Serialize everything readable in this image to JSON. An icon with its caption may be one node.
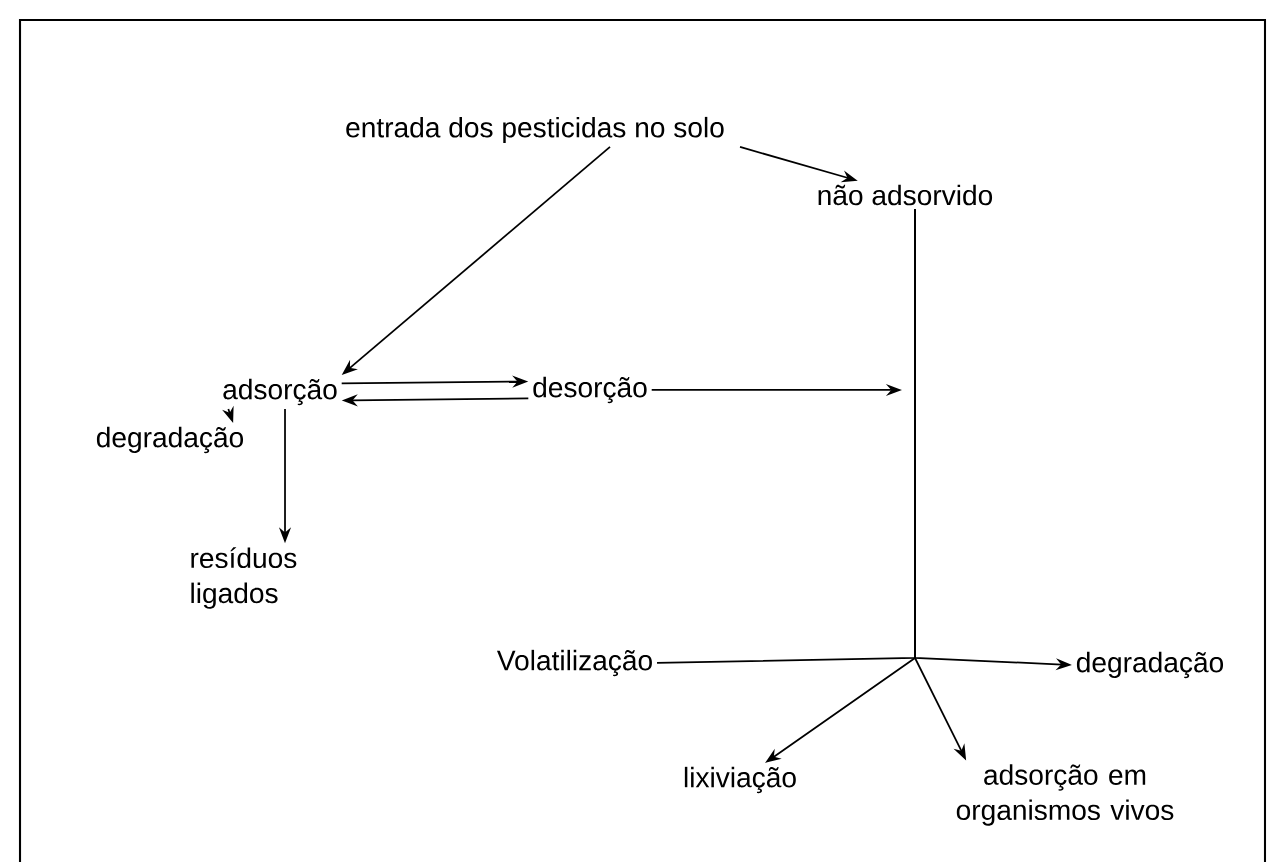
{
  "diagram": {
    "nodes": [
      {
        "text": [
          "entrada dos pesticidas no solo"
        ]
      },
      {
        "text": [
          "não adsorvido"
        ]
      },
      {
        "text": [
          "adsorção"
        ]
      },
      {
        "text": [
          "desorção"
        ]
      },
      {
        "text": [
          "degradação"
        ]
      },
      {
        "text": [
          "resíduos ligados"
        ]
      },
      {
        "text": [
          "Volatilização"
        ]
      },
      {
        "text": [
          "degradação"
        ]
      },
      {
        "text": [
          "lixiviação"
        ]
      },
      {
        "text": [
          "adsorção em organismos vivos"
        ]
      }
    ],
    "edges": [
      {
        "from": 0,
        "to": 2,
        "arrow": "to"
      },
      {
        "from": 0,
        "to": 1,
        "arrow": "to"
      },
      {
        "from": 2,
        "to": 3,
        "arrow": "to"
      },
      {
        "from": 3,
        "to": 2,
        "arrow": "to"
      },
      {
        "from": 2,
        "to": 4,
        "arrow": "to"
      },
      {
        "from": 2,
        "to": 5,
        "arrow": "to"
      },
      {
        "from": 3,
        "to": null,
        "arrow": "to"
      },
      {
        "from": 1,
        "to": 6,
        "arrow": "none"
      },
      {
        "from": 1,
        "to": 7,
        "arrow": "to"
      },
      {
        "from": 1,
        "to": 8,
        "arrow": "to"
      },
      {
        "from": 1,
        "to": 9,
        "arrow": "to"
      }
    ]
  }
}
